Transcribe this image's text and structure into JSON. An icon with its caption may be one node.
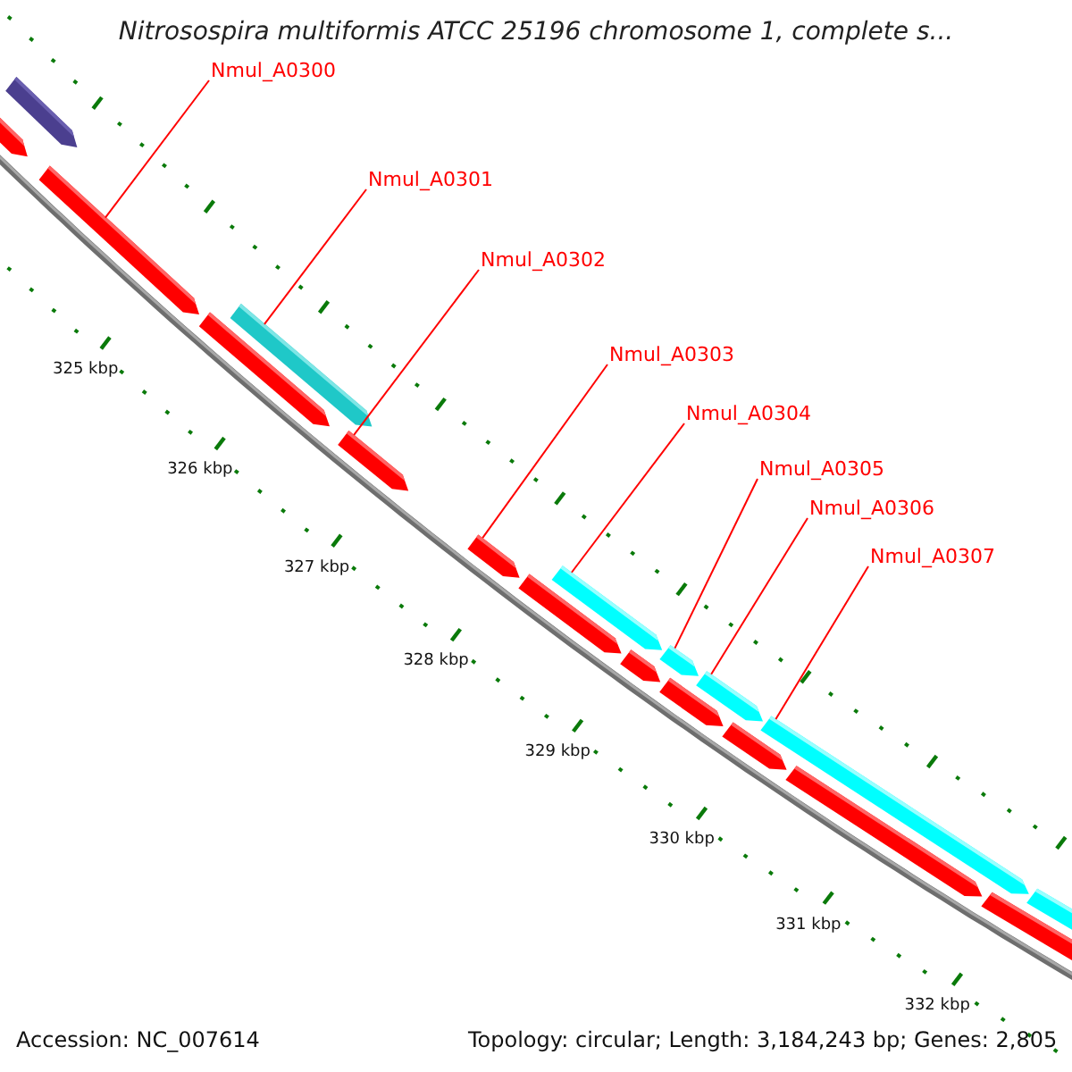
{
  "diagram": {
    "title": "Nitrosospira multiformis ATCC 25196 chromosome 1, complete s...",
    "nodes": [
      {
        "text": [
          "Nmul_A0300"
        ]
      },
      {
        "text": [
          "Nmul_A0301"
        ]
      },
      {
        "text": [
          "Nmul_A0302"
        ]
      },
      {
        "text": [
          "Nmul_A0303"
        ]
      },
      {
        "text": [
          "Nmul_A0304"
        ]
      },
      {
        "text": [
          "Nmul_A0305"
        ]
      },
      {
        "text": [
          "Nmul_A0306"
        ]
      },
      {
        "text": [
          "Nmul_A0307"
        ]
      },
      {
        "text": [],
        "shape": "bar"
      },
      {
        "text": [],
        "shape": "bar"
      },
      {
        "text": [],
        "shape": "bar"
      },
      {
        "text": [],
        "shape": "bar"
      },
      {
        "text": [],
        "shape": "bar"
      },
      {
        "text": [],
        "shape": "bar"
      },
      {
        "text": [],
        "shape": "bar"
      },
      {
        "text": [],
        "shape": "bar"
      },
      {
        "text": [],
        "shape": "bar"
      },
      {
        "text": [],
        "shape": "bar"
      },
      {
        "text": [],
        "shape": "bar"
      },
      {
        "text": [],
        "shape": "bar"
      },
      {
        "text": [],
        "shape": "bar"
      },
      {
        "text": [],
        "shape": "bar"
      },
      {
        "text": [],
        "shape": "bar"
      },
      {
        "text": [],
        "shape": "bar"
      },
      {
        "text": [],
        "shape": "bar"
      },
      {
        "text": [],
        "shape": "bar"
      }
    ],
    "edges": [
      {
        "from": 0,
        "to": 10,
        "arrow": "none"
      },
      {
        "from": 1,
        "to": 12,
        "arrow": "none"
      },
      {
        "from": 2,
        "to": 13,
        "arrow": "none"
      },
      {
        "from": 3,
        "to": 14,
        "arrow": "none"
      },
      {
        "from": 4,
        "to": 16,
        "arrow": "none"
      },
      {
        "from": 5,
        "to": 18,
        "arrow": "none"
      },
      {
        "from": 6,
        "to": 20,
        "arrow": "none"
      },
      {
        "from": 7,
        "to": 22,
        "arrow": "none"
      }
    ],
    "labels": [
      "325 kbp",
      "326 kbp",
      "327 kbp",
      "328 kbp",
      "329 kbp",
      "330 kbp",
      "331 kbp",
      "332 kbp",
      "Accession: NC_007614",
      "Topology: circular; Length: 3,184,243 bp; Genes: 2,805"
    ]
  }
}
